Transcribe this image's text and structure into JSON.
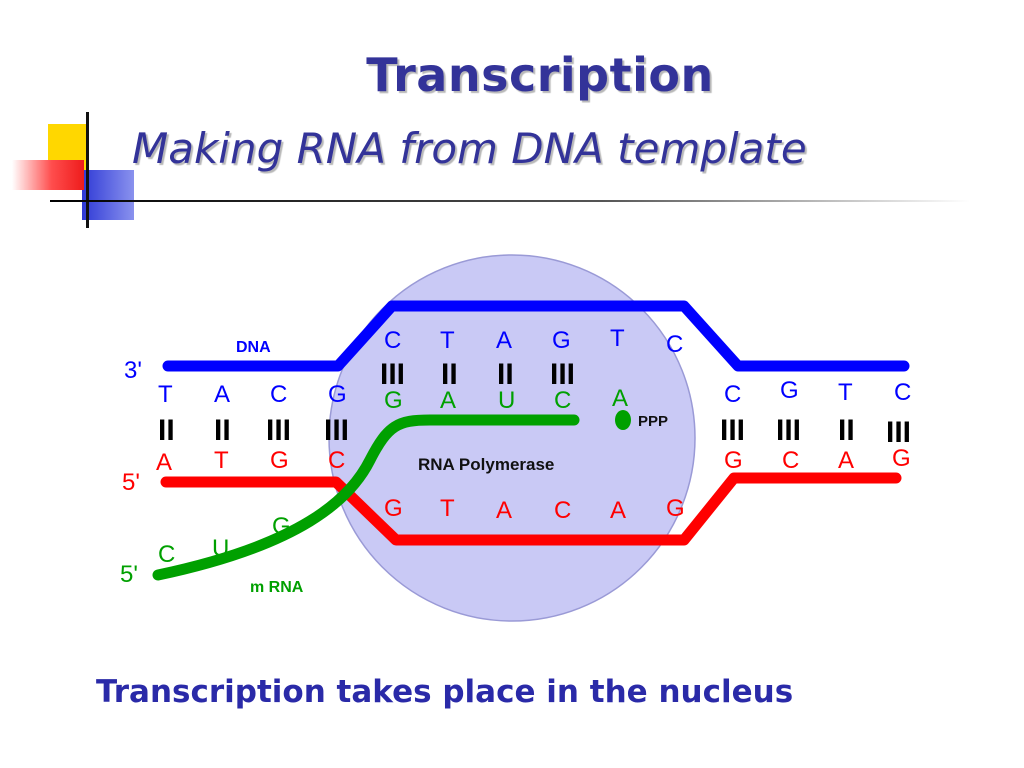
{
  "slide": {
    "title": "Transcription",
    "subtitle": "Making RNA from DNA template",
    "caption": "Transcription takes place in the nucleus"
  },
  "diagram": {
    "labels": {
      "dna": "DNA",
      "mrna": "m RNA",
      "polymerase": "RNA Polymerase",
      "ppp": "PPP",
      "end_3_top": "3'",
      "end_5_mid": "5'",
      "end_5_rna": "5'"
    },
    "top_strand_left": [
      "T",
      "A",
      "C",
      "G"
    ],
    "top_strand_bubble": [
      "C",
      "T",
      "A",
      "G",
      "T",
      "C"
    ],
    "top_strand_right": [
      "C",
      "G",
      "T",
      "C"
    ],
    "bottom_strand_left": [
      "A",
      "T",
      "G",
      "C"
    ],
    "bottom_strand_bubble": [
      "G",
      "T",
      "A",
      "C",
      "A",
      "G"
    ],
    "bottom_strand_right": [
      "G",
      "C",
      "A",
      "G"
    ],
    "rna_in_bubble": [
      "G",
      "A",
      "U",
      "C",
      "A"
    ],
    "rna_tail": [
      "C",
      "U",
      "G"
    ],
    "bonds_left": [
      "II",
      "II",
      "III",
      "III"
    ],
    "bonds_bubble": [
      "III",
      "II",
      "II",
      "III"
    ],
    "bonds_right": [
      "III",
      "III",
      "II",
      "III"
    ],
    "colors": {
      "dna_top": "#0000ff",
      "dna_bottom": "#ff0000",
      "rna": "#00a000",
      "polymerase": "#c8c8f4",
      "title": "#333399"
    }
  }
}
